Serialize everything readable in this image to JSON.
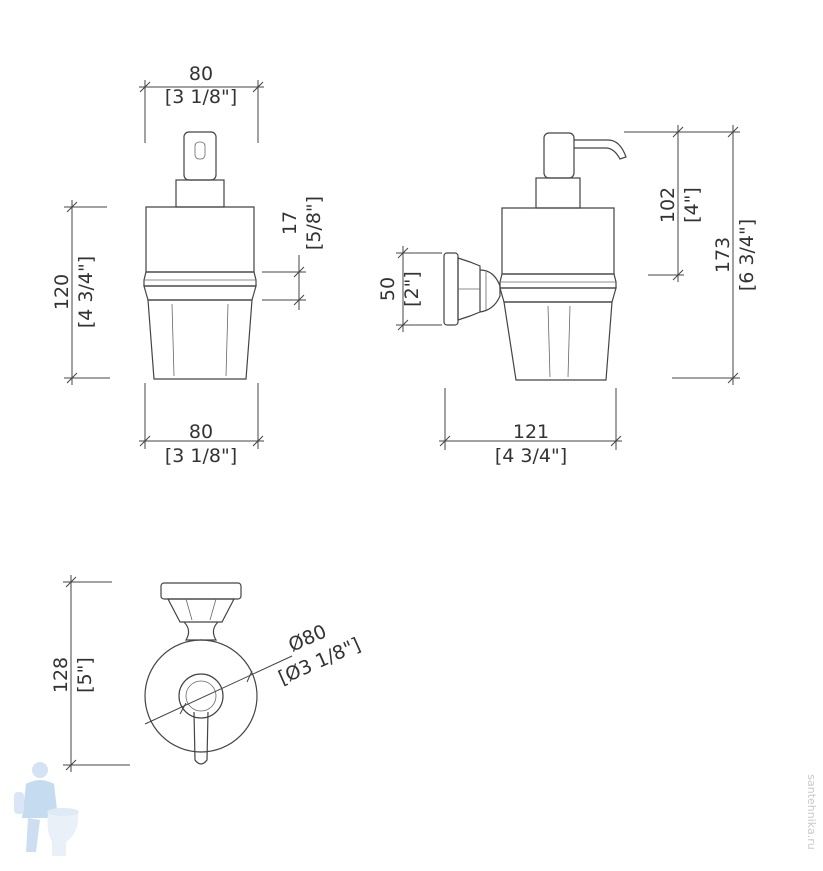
{
  "front_view": {
    "top_width": {
      "mm": "80",
      "inch": "[3 1/8\"]"
    },
    "bottom_width": {
      "mm": "80",
      "inch": "[3 1/8\"]"
    },
    "height": {
      "mm": "120",
      "inch": "[4 3/4\"]"
    },
    "band": {
      "mm": "17",
      "inch": "[5/8\"]"
    }
  },
  "side_view": {
    "bracket_height": {
      "mm": "50",
      "inch": "[2\"]"
    },
    "depth": {
      "mm": "121",
      "inch": "[4 3/4\"]"
    },
    "upper_height": {
      "mm": "102",
      "inch": "[4\"]"
    },
    "total_height": {
      "mm": "173",
      "inch": "[6 3/4\"]"
    }
  },
  "top_view": {
    "height": {
      "mm": "128",
      "inch": "[5\"]"
    },
    "diameter": {
      "mm": "Ø80",
      "inch": "[Ø3 1/8\"]"
    }
  },
  "watermark": {
    "logo": "plumber-mascot",
    "text": "santehnika.ru"
  }
}
